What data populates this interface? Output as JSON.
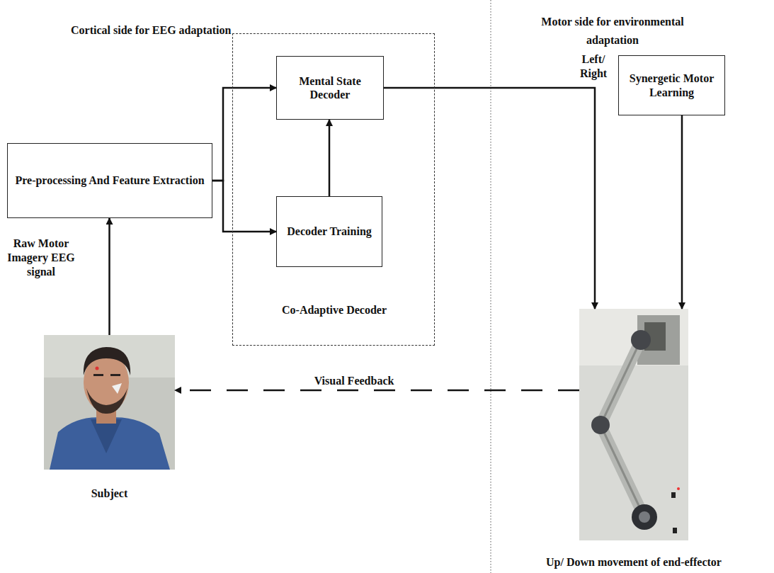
{
  "diagram": {
    "nodes": [
      {
        "text": [
          "Pre-processing And Feature Extraction"
        ]
      },
      {
        "text": [
          "Co-Adaptive Decoder"
        ]
      },
      {
        "text": [
          "Mental State Decoder"
        ],
        "in": 1
      },
      {
        "text": [
          "Decoder Training"
        ],
        "in": 1
      },
      {
        "text": [
          "Synergetic Motor Learning"
        ]
      },
      {
        "text": [
          "Subject"
        ]
      },
      {
        "text": [
          "Up/ Down movement of end-effector"
        ]
      }
    ],
    "edges": [
      {
        "from": 5,
        "to": 0,
        "arrow": "to",
        "label": "Raw Motor Imagery EEG signal"
      },
      {
        "from": 0,
        "to": 2,
        "arrow": "to"
      },
      {
        "from": 0,
        "to": 3,
        "arrow": "to"
      },
      {
        "from": 3,
        "to": 2,
        "arrow": "to"
      },
      {
        "from": 2,
        "to": 6,
        "arrow": "to",
        "label": "Left/ Right"
      },
      {
        "from": 4,
        "to": 6,
        "arrow": "to"
      },
      {
        "from": 6,
        "to": 5,
        "arrow": "to",
        "label": "Visual Feedback"
      }
    ],
    "labels": [
      "Cortical side for EEG adaptation",
      "Motor side for environmental adaptation"
    ]
  }
}
